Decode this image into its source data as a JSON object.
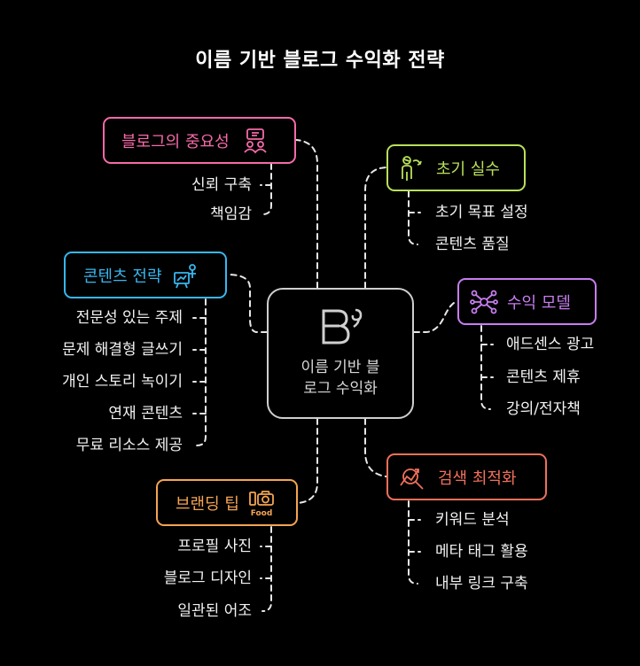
{
  "title": "이름 기반 블로그 수익화 전략",
  "center": {
    "line1": "이름 기반 블",
    "line2": "로그 수익화"
  },
  "branches": {
    "importance": {
      "label": "블로그의 중요성",
      "color": "#f56aa8",
      "icon": "people-icon",
      "items": [
        "신뢰 구축",
        "책임감"
      ]
    },
    "content": {
      "label": "콘텐츠 전략",
      "color": "#37b7f0",
      "icon": "presentation-icon",
      "items": [
        "전문성 있는 주제",
        "문제 해결형 글쓰기",
        "개인 스토리 녹이기",
        "연재 콘텐츠",
        "무료 리소스 제공"
      ]
    },
    "branding": {
      "label": "브랜딩 팁",
      "color": "#f5a451",
      "icon": "camera-food-icon",
      "icon_text": "Food",
      "items": [
        "프로필 사진",
        "블로그 디자인",
        "일관된 어조"
      ]
    },
    "mistakes": {
      "label": "초기 실수",
      "color": "#b9e05a",
      "icon": "person-arrow-icon",
      "items": [
        "초기 목표 설정",
        "콘텐츠 품질"
      ]
    },
    "revenue": {
      "label": "수익 모델",
      "color": "#c77df0",
      "icon": "network-icon",
      "items": [
        "애드센스 광고",
        "콘텐츠 제휴",
        "강의/전자책"
      ]
    },
    "seo": {
      "label": "검색 최적화",
      "color": "#f0705a",
      "icon": "analytics-icon",
      "items": [
        "키워드 분석",
        "메타 태그 활용",
        "내부 링크 구축"
      ]
    }
  }
}
